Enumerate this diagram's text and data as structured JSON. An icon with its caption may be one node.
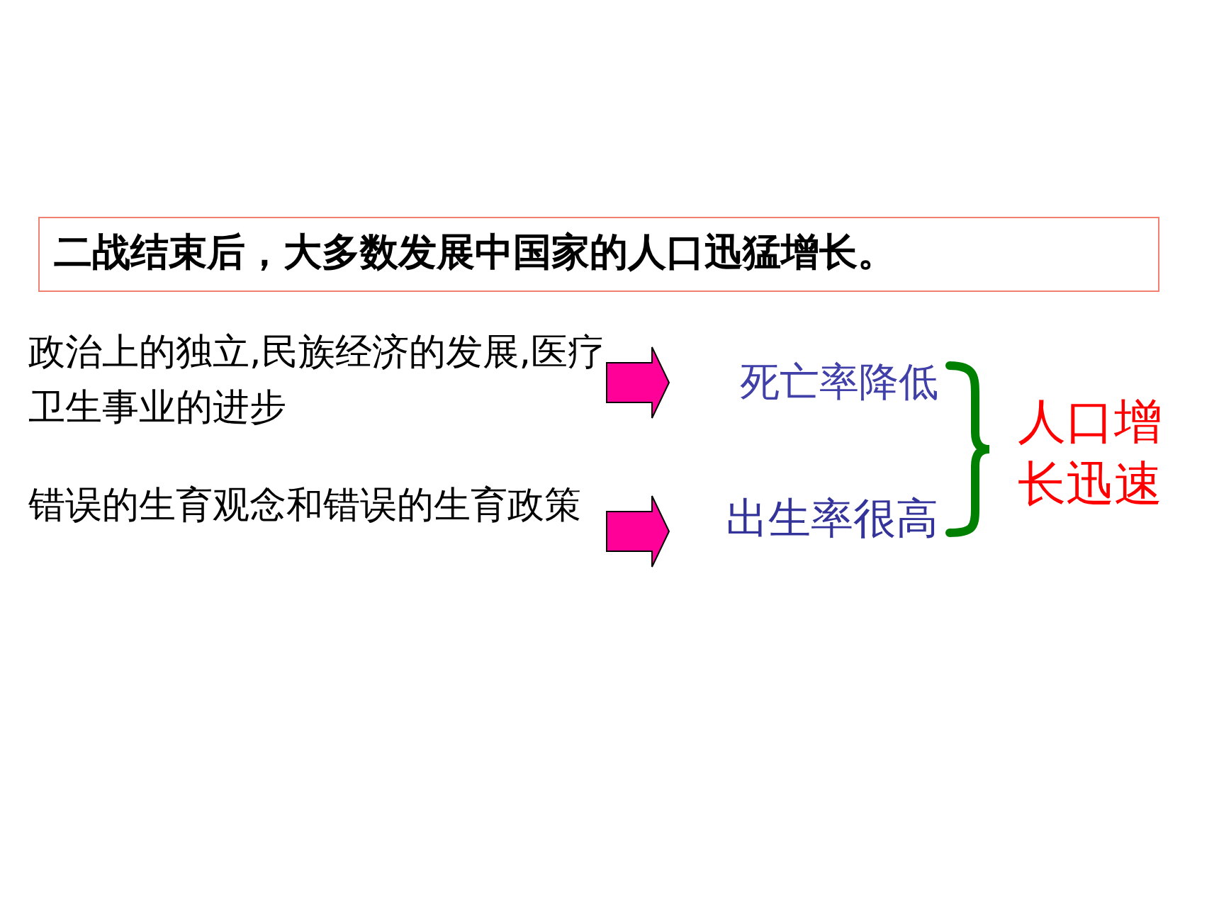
{
  "diagram": {
    "nodes": [
      {
        "text": [
          "二战结束后，大多数发展中国家的人口迅猛增长。"
        ]
      },
      {
        "text": [
          "政治上的独立,民族经济的发展,医疗卫生事业的进步"
        ]
      },
      {
        "text": [
          "错误的生育观念和错误的生育政策"
        ]
      },
      {
        "text": [
          "死亡率降低"
        ]
      },
      {
        "text": [
          "出生率很高"
        ]
      },
      {
        "text": [
          "人口增长迅速"
        ]
      }
    ],
    "edges": [
      {
        "from": 1,
        "to": 3,
        "arrow": "to"
      },
      {
        "from": 2,
        "to": 4,
        "arrow": "to"
      }
    ]
  }
}
